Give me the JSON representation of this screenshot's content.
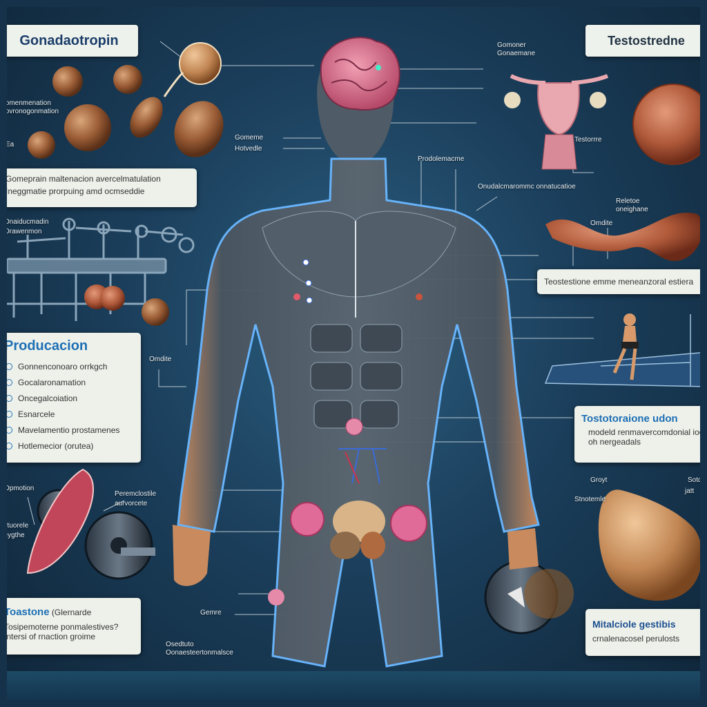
{
  "titles": {
    "top_left": "Gonadaotropin",
    "top_right": "Testostredne"
  },
  "panels": {
    "left_info": {
      "line1": "Gomeprain maltenacion avercelmatulation",
      "line2": "Ineggmatie prorpuing amd ocmseddie"
    },
    "production": {
      "title": "Producacion",
      "items": [
        "Gonnenconoaro orrkgch",
        "Gocalaronamation",
        "Oncegalcoiation",
        "Esnarcele",
        "Mavelamentio prostamenes",
        "Hotlemecior (orutea)"
      ]
    },
    "right_mid": {
      "text": "Teostestione emme meneanzoral estiera"
    },
    "right_lower": {
      "title": "Tostotoraione udon",
      "line1": "modeld renmavercomdonial ioe",
      "line2": "oh nergeadals"
    },
    "bottom_left": {
      "title": "Toastone",
      "title_suffix": "(Glernarde",
      "line1": "Tosipemoterne ponmalestives?",
      "line2": "Intersi of rnaction groime"
    },
    "bottom_right": {
      "title": "Mitalciole gestibis",
      "line1": "crnalenacosel perulosts"
    }
  },
  "labels": {
    "l_top1": "Gomenmenation",
    "l_top2": "Govronogonmation",
    "l_ea": "Ea",
    "l_bench1": "Onaiducmadin",
    "l_bench2": "Orawenmon",
    "l_head1": "Gomeme",
    "l_head2": "Hotvedle",
    "l_center": "Prodolemacme",
    "l_rt1": "Gomoner",
    "l_rt2": "Gonaemane",
    "l_testo": "Testorrre",
    "l_chest": "Onudalcmarommc onnatucatioe",
    "l_hand1": "Reletoe",
    "l_hand2": "oneighane",
    "l_orb": "Omdite",
    "l_waist": "Omdite",
    "l_ed1": "Opmotion",
    "l_ed2": "Rrtuorele",
    "l_ed3": "aeygthe",
    "l_arm1": "Peremclostile",
    "l_arm2": "aurvorcete",
    "l_leg1": "Gemre",
    "l_leg2": "Osedtuto",
    "l_leg3": "Oonaesteertonmalsce",
    "l_gr1": "Groyt",
    "l_gr2": "Stnotemle",
    "l_gr3": "Sotd",
    "l_gr4": "jatt"
  },
  "colors": {
    "accent_blue": "#1d6fb5",
    "panel_bg": "#eef1ea",
    "bg_dark": "#0f2538"
  }
}
